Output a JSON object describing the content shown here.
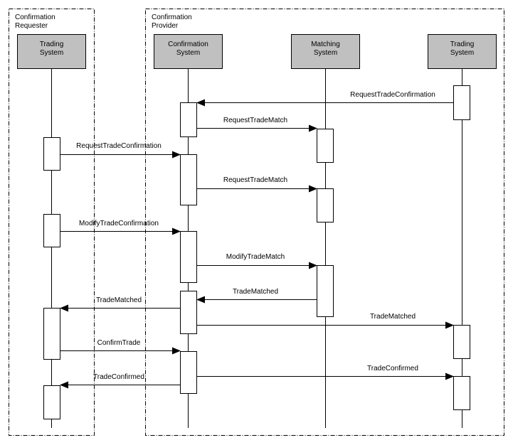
{
  "diagram": {
    "type": "sequence-diagram",
    "groups": [
      {
        "id": "requester",
        "title_lines": [
          "Confirmation",
          "Requester"
        ]
      },
      {
        "id": "provider",
        "title_lines": [
          "Confirmation",
          "Provider"
        ]
      }
    ],
    "participants": [
      {
        "id": "req_trading",
        "group": "requester",
        "label_lines": [
          "Trading",
          "System"
        ],
        "fill": "#c0c0c0"
      },
      {
        "id": "conf_system",
        "group": "provider",
        "label_lines": [
          "Confirmation",
          "System"
        ],
        "fill": "#c0c0c0"
      },
      {
        "id": "matching",
        "group": "provider",
        "label_lines": [
          "Matching",
          "System"
        ],
        "fill": "#c0c0c0"
      },
      {
        "id": "prov_trading",
        "group": "provider",
        "label_lines": [
          "Trading",
          "System"
        ],
        "fill": "#c0c0c0"
      }
    ],
    "messages": [
      {
        "from": "prov_trading",
        "to": "conf_system",
        "label": "RequestTradeConfirmation"
      },
      {
        "from": "conf_system",
        "to": "matching",
        "label": "RequestTradeMatch"
      },
      {
        "from": "req_trading",
        "to": "conf_system",
        "label": "RequestTradeConfirmation"
      },
      {
        "from": "conf_system",
        "to": "matching",
        "label": "RequestTradeMatch"
      },
      {
        "from": "req_trading",
        "to": "conf_system",
        "label": "ModifyTradeConfirmation"
      },
      {
        "from": "conf_system",
        "to": "matching",
        "label": "ModifyTradeMatch"
      },
      {
        "from": "matching",
        "to": "conf_system",
        "label": "TradeMatched"
      },
      {
        "from": "conf_system",
        "to": "req_trading",
        "label": "TradeMatched"
      },
      {
        "from": "conf_system",
        "to": "prov_trading",
        "label": "TradeMatched"
      },
      {
        "from": "req_trading",
        "to": "conf_system",
        "label": "ConfirmTrade"
      },
      {
        "from": "conf_system",
        "to": "req_trading",
        "label": "TradeConfirmed"
      },
      {
        "from": "conf_system",
        "to": "prov_trading",
        "label": "TradeConfirmed"
      }
    ],
    "colors": {
      "line": "#000000",
      "participant_fill": "#c0c0c0",
      "activation_fill": "#ffffff"
    }
  }
}
